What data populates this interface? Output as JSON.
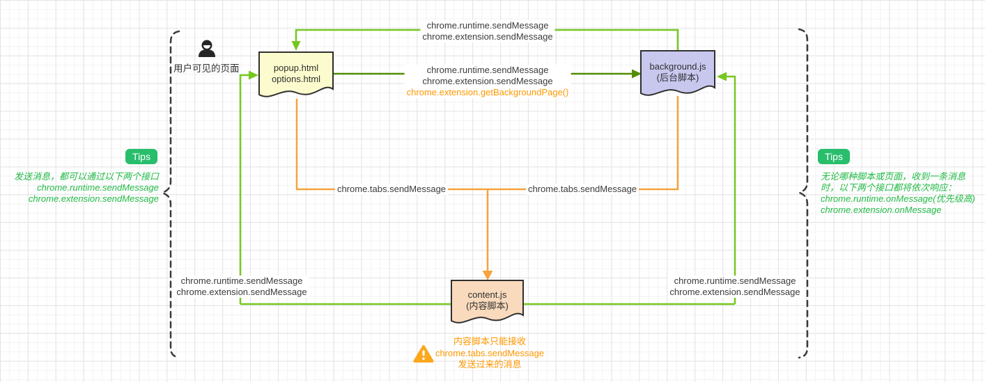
{
  "diagram_title": "Chrome extension message passing diagram",
  "nodes": {
    "popup": {
      "line1": "popup.html",
      "line2": "options.html",
      "fill": "#fbfbcd"
    },
    "background": {
      "line1": "background.js",
      "line2": "(后台脚本)",
      "fill": "#c8c8ef"
    },
    "content": {
      "line1": "content.js",
      "line2": "(内容脚本)",
      "fill": "#f9dabc"
    }
  },
  "edges": {
    "background_to_popup": {
      "line1": "chrome.runtime.sendMessage",
      "line2": "chrome.extension.sendMessage"
    },
    "popup_to_background": {
      "line1": "chrome.runtime.sendMessage",
      "line2": "chrome.extension.sendMessage",
      "line3": "chrome.extension.getBackgroundPage()"
    },
    "tabs_left_label": "chrome.tabs.sendMessage",
    "tabs_right_label": "chrome.tabs.sendMessage",
    "content_to_popup": {
      "line1": "chrome.runtime.sendMessage",
      "line2": "chrome.extension.sendMessage"
    },
    "content_to_background": {
      "line1": "chrome.runtime.sendMessage",
      "line2": "chrome.extension.sendMessage"
    }
  },
  "user_page_label": "用户可见的页面",
  "tips_left": {
    "badge": "Tips",
    "lines": [
      "发送消息，都可以通过以下两个接口",
      "chrome.runtime.sendMessage",
      "chrome.extension.sendMessage"
    ]
  },
  "tips_right": {
    "badge": "Tips",
    "lines": [
      "无论哪种脚本或页面，收到一条消息",
      "时，以下两个接口都将依次响应：",
      "chrome.runtime.onMessage(优先级高)",
      "chrome.extension.onMessage"
    ]
  },
  "warning": {
    "lines": [
      "内容脚本只能接收",
      "chrome.tabs.sendMessage",
      "发送过来的消息"
    ]
  },
  "colors": {
    "light_green": "#76c71f",
    "dark_green": "#518e03",
    "orange_line": "#f5a33c",
    "orange_text": "#ff9800",
    "tips_badge_green": "#28be6c",
    "tips_text_green": "#21ba45",
    "node_border": "#303030"
  }
}
